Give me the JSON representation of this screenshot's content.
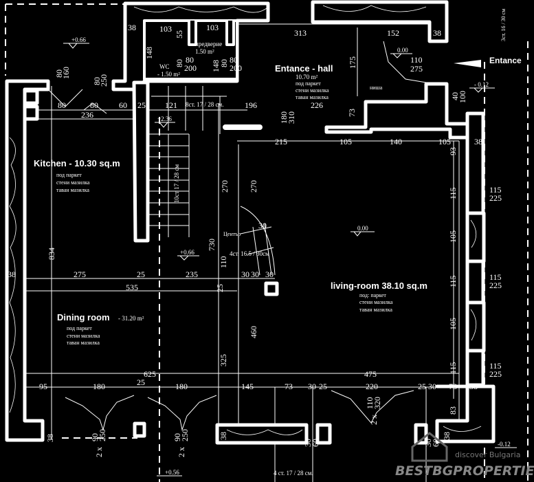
{
  "rooms": {
    "kitchen": {
      "title": "Kitchen - 10.30 sq.m",
      "finishes": [
        "под паркет",
        "стени мазилка",
        "таван мазилка"
      ]
    },
    "dining": {
      "title": "Dining room",
      "area": "- 31.20 m²",
      "finishes": [
        "под паркет",
        "стени мазилка",
        "таван мазилка"
      ]
    },
    "living": {
      "title": "living-room 38.10 sq.m",
      "finishes": [
        "под: паркет",
        "стени мазилка",
        "таван мазилка"
      ]
    },
    "hall": {
      "title": "Entance - hall",
      "area": "10.70 m²",
      "finishes": [
        "под паркет",
        "стени мазилка",
        "таван мазилка"
      ]
    },
    "wc": {
      "title": "WC",
      "area": "- 1.50 m²"
    },
    "vestibule": {
      "title": "предверие",
      "area": "1.50 m²"
    }
  },
  "entrance_label": "Entance",
  "annotations": {
    "niche": "ниша",
    "center": "Център"
  },
  "stairs": [
    "8ст. 17 / 28 см.",
    "10ст 17 / 28 см",
    "4ст. 16.5 / 30см",
    "4 ст. 17 / 28 см.",
    "3ст. 16 / 30 см"
  ],
  "levels": [
    "+0.66",
    "+0.66",
    "+2.36",
    "0.00",
    "0.00",
    "- 0.12",
    "+0.56",
    "-0.12"
  ],
  "dimensions": [
    "103",
    "103",
    "313",
    "152",
    "38",
    "38",
    "55",
    "148",
    "148",
    "80",
    "200",
    "80",
    "200",
    "80",
    "80",
    "80",
    "80",
    "60",
    "25",
    "121",
    "196",
    "226",
    "236",
    "80",
    "160",
    "80",
    "250",
    "175",
    "110",
    "275",
    "40",
    "100",
    "180",
    "310",
    "73",
    "215",
    "105",
    "140",
    "105",
    "38",
    "93",
    "115",
    "105",
    "115",
    "105",
    "115",
    "83",
    "115",
    "225",
    "115",
    "225",
    "115",
    "225",
    "270",
    "270",
    "730",
    "834",
    "110",
    "30",
    "275",
    "25",
    "235",
    "30",
    "30",
    "30",
    "535",
    "38",
    "25",
    "460",
    "325",
    "625",
    "475",
    "95",
    "180",
    "25",
    "180",
    "145",
    "73",
    "30",
    "25",
    "220",
    "25",
    "30",
    "73",
    "38",
    "110",
    "320",
    "90",
    "250",
    "90",
    "250",
    "2 x",
    "2 x",
    "2 x",
    "30",
    "60",
    "30",
    "60",
    "38",
    "38",
    "38"
  ],
  "watermark": {
    "line1": "discover Bulgaria",
    "line2": "BESTBGPROPERTIES"
  }
}
